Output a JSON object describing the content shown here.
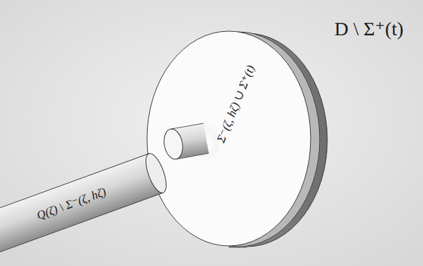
{
  "diagram": {
    "labels": [
      "D \\ Σ⁺(t)",
      "Σ⁻(ζ, hζ) ∪ Σ⁺(t)",
      "Q(ζ) \\ Σ⁻(ζ, hζ)"
    ]
  }
}
